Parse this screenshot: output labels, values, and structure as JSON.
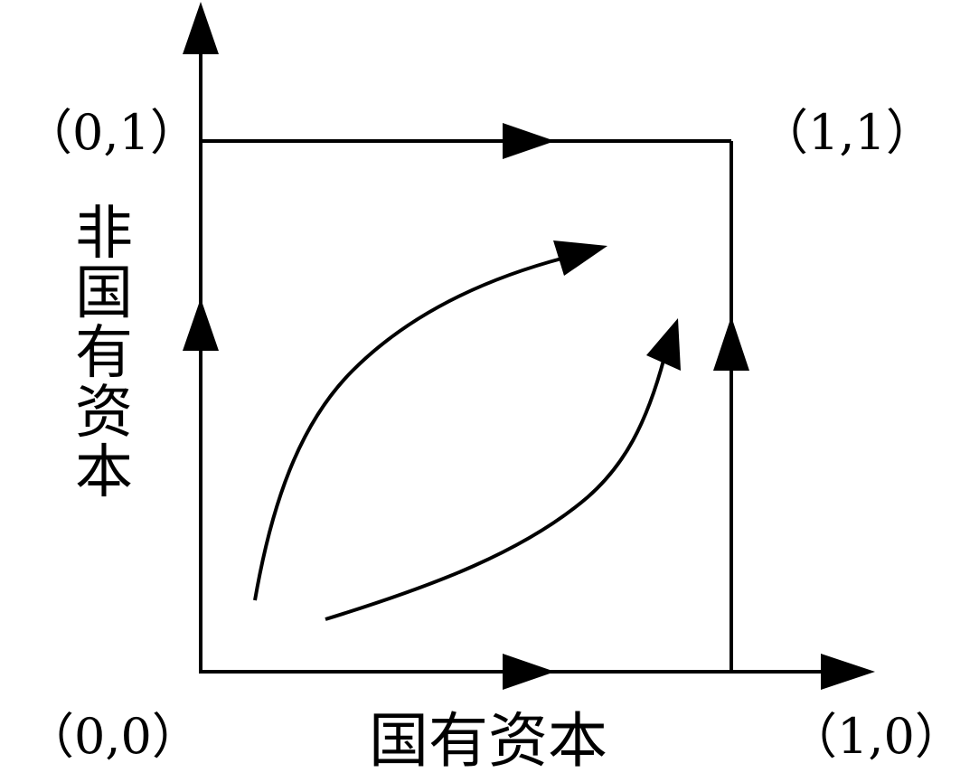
{
  "diagram": {
    "x_axis_label": "国有资本",
    "y_axis_label": "非国有资本",
    "corners": {
      "origin": "（0,0）",
      "bottom_right": "（1,0）",
      "top_left": "（0,1）",
      "top_right": "（1,1）"
    },
    "colors": {
      "stroke": "#000000",
      "background": "#ffffff"
    }
  }
}
